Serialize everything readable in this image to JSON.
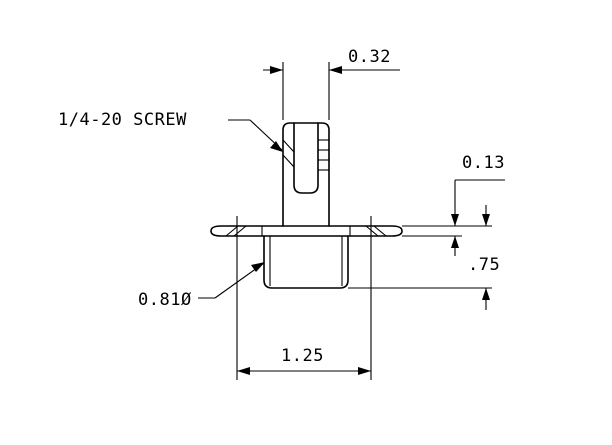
{
  "drawing": {
    "part_callout": "1/4-20 SCREW",
    "dimensions": {
      "screw_width": "0.32",
      "flange_thickness": "0.13",
      "body_height": ".75",
      "body_diameter": "0.81Ø",
      "flange_diameter": "1.25"
    }
  }
}
